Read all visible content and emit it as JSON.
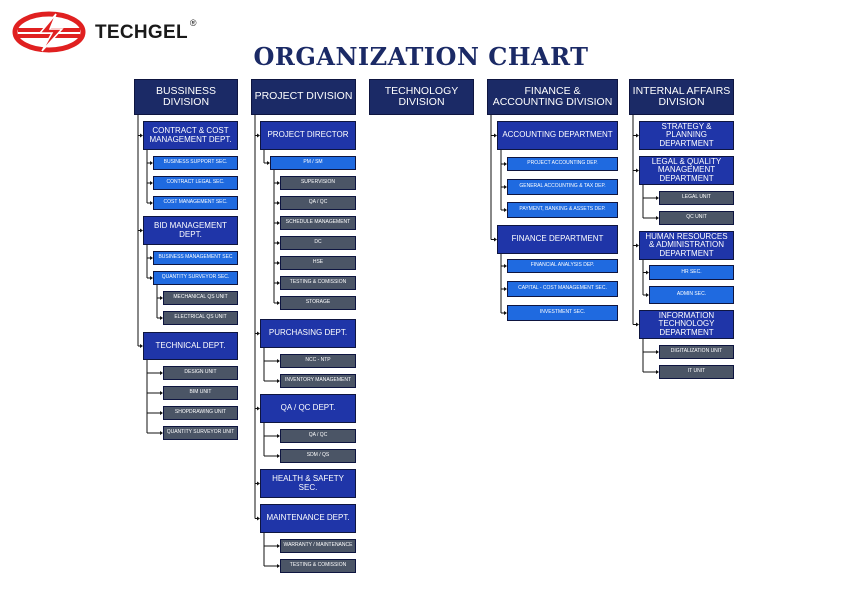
{
  "header": {
    "brand": "TECHGEL",
    "registered": "®",
    "title": "ORGANIZATION CHART"
  },
  "colors": {
    "division": "#1b2a66",
    "department": "#1f35a8",
    "section": "#1f6ae0",
    "unit": "#4b5566",
    "logo_red": "#e02020"
  },
  "divisions": [
    {
      "label": "BUSSINESS DIVISION",
      "children": [
        {
          "label": "CONTRACT & COST MANAGEMENT DEPT.",
          "children": [
            {
              "label": "BUSINESS SUPPORT SEC."
            },
            {
              "label": "CONTRACT LEGAL SEC."
            },
            {
              "label": "COST MANAGEMENT SEC."
            }
          ]
        },
        {
          "label": "BID MANAGEMENT DEPT.",
          "children": [
            {
              "label": "BUSINESS MANAGEMENT SEC"
            },
            {
              "label": "QUANTITY SURVEYOR SEC.",
              "children": [
                {
                  "label": "MECHANICAL QS UNIT"
                },
                {
                  "label": "ELECTRICAL QS UNIT"
                }
              ]
            }
          ]
        },
        {
          "label": "TECHNICAL DEPT.",
          "children": [
            {
              "label": "DESIGN UNIT"
            },
            {
              "label": "BIM UNIT"
            },
            {
              "label": "SHOPDRAWING UNIT"
            },
            {
              "label": "QUANTITY SURVEYOR UNIT"
            }
          ]
        }
      ]
    },
    {
      "label": "PROJECT DIVISION",
      "children": [
        {
          "label": "PROJECT DIRECTOR",
          "children": [
            {
              "label": "PM / SM",
              "children": [
                {
                  "label": "SUPERVISION"
                },
                {
                  "label": "QA / QC"
                },
                {
                  "label": "SCHEDULE MANAGEMENT"
                },
                {
                  "label": "DC"
                },
                {
                  "label": "HSE"
                },
                {
                  "label": "TESTING & COMISSION"
                },
                {
                  "label": "STORAGE"
                }
              ]
            }
          ]
        },
        {
          "label": "PURCHASING DEPT.",
          "children": [
            {
              "label": "NCC - NTP"
            },
            {
              "label": "INVENTORY MANAGEMENT"
            }
          ]
        },
        {
          "label": "QA / QC DEPT.",
          "children": [
            {
              "label": "QA / QC"
            },
            {
              "label": "SDM / QS"
            }
          ]
        },
        {
          "label": "HEALTH & SAFETY SEC."
        },
        {
          "label": "MAINTENANCE DEPT.",
          "children": [
            {
              "label": "WARRANTY / MAINTENANCE"
            },
            {
              "label": "TESTING & COMISSION"
            }
          ]
        }
      ]
    },
    {
      "label": "TECHNOLOGY DIVISION"
    },
    {
      "label": "FINANCE & ACCOUNTING DIVISION",
      "children": [
        {
          "label": "ACCOUNTING DEPARTMENT",
          "children": [
            {
              "label": "PROJECT ACCOUNTING DEP."
            },
            {
              "label": "GENERAL ACCOUNTING & TAX DEP."
            },
            {
              "label": "PAYMENT, BANKING & ASSETS DEP."
            }
          ]
        },
        {
          "label": "FINANCE DEPARTMENT",
          "children": [
            {
              "label": "FINANCIAL ANALYSIS DEP."
            },
            {
              "label": "CAPITAL - COST MANAGEMENT SEC."
            },
            {
              "label": "INVESTMENT SEC."
            }
          ]
        }
      ]
    },
    {
      "label": "INTERNAL AFFAIRS DIVISION",
      "children": [
        {
          "label": "STRATEGY & PLANNING DEPARTMENT"
        },
        {
          "label": "LEGAL & QUALITY MANAGEMENT DEPARTMENT",
          "children": [
            {
              "label": "LEGAL UNIT"
            },
            {
              "label": "QC UNIT"
            }
          ]
        },
        {
          "label": "HUMAN RESOURCES & ADMINISTRATION DEPARTMENT",
          "children": [
            {
              "label": "HR SEC."
            },
            {
              "label": "ADMIN SEC."
            }
          ]
        },
        {
          "label": "INFORMATION TECHNOLOGY DEPARTMENT",
          "children": [
            {
              "label": "DIGITALIZATION UNIT"
            },
            {
              "label": "IT UNIT"
            }
          ]
        }
      ]
    }
  ]
}
